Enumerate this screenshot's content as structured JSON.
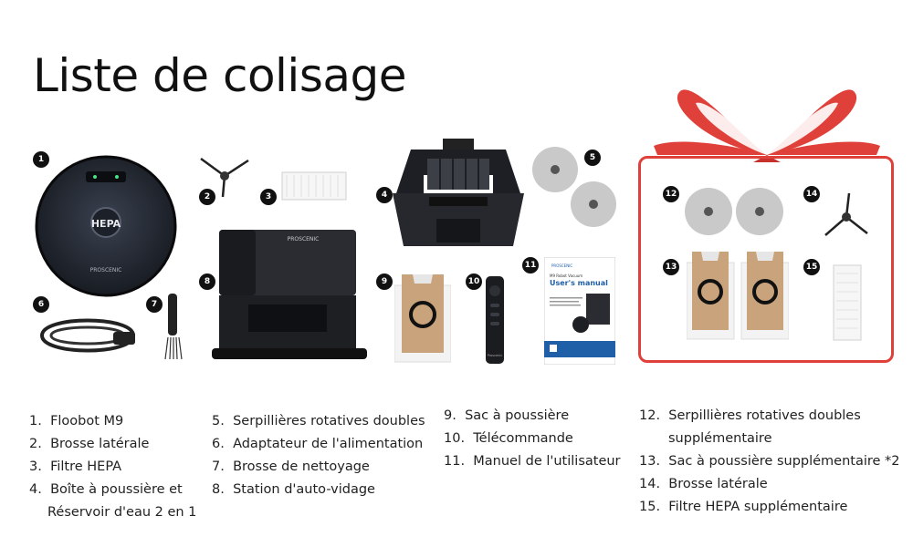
{
  "title": "Liste de colisage",
  "badges": [
    "1",
    "2",
    "3",
    "4",
    "5",
    "6",
    "7",
    "8",
    "9",
    "10",
    "11",
    "12",
    "13",
    "14",
    "15"
  ],
  "products": {
    "robot_brand": "PROSCENIC",
    "station_brand": "PROSCENIC",
    "remote_brand": "Proscenic",
    "manual": {
      "brand": "PROSCENIC",
      "subtitle": "M9 Robot Vacuum",
      "title": "User's manual"
    }
  },
  "list": {
    "col1": [
      {
        "num": "1.",
        "text": "Floobot M9"
      },
      {
        "num": "2.",
        "text": "Brosse latérale"
      },
      {
        "num": "3.",
        "text": "Filtre HEPA"
      },
      {
        "num": "4.",
        "text": "Boîte à poussière et",
        "cont": "Réservoir d'eau 2 en 1"
      }
    ],
    "col2": [
      {
        "num": "5.",
        "text": "Serpillières rotatives doubles"
      },
      {
        "num": "6.",
        "text": "Adaptateur de l'alimentation"
      },
      {
        "num": "7.",
        "text": "Brosse de nettoyage"
      },
      {
        "num": "8.",
        "text": "Station d'auto-vidage"
      }
    ],
    "col3": [
      {
        "num": "9.",
        "text": "Sac à poussière"
      },
      {
        "num": "10.",
        "text": "Télécommande"
      },
      {
        "num": "11.",
        "text": "Manuel de l'utilisateur"
      }
    ],
    "col4": [
      {
        "num": "12.",
        "text": "Serpillières rotatives doubles",
        "cont": "supplémentaire"
      },
      {
        "num": "13.",
        "text": "Sac à poussière supplémentaire *2"
      },
      {
        "num": "14.",
        "text": "Brosse latérale"
      },
      {
        "num": "15.",
        "text": "Filtre HEPA supplémentaire"
      }
    ]
  },
  "colors": {
    "accent": "#e0403a",
    "dark": "#111111"
  }
}
